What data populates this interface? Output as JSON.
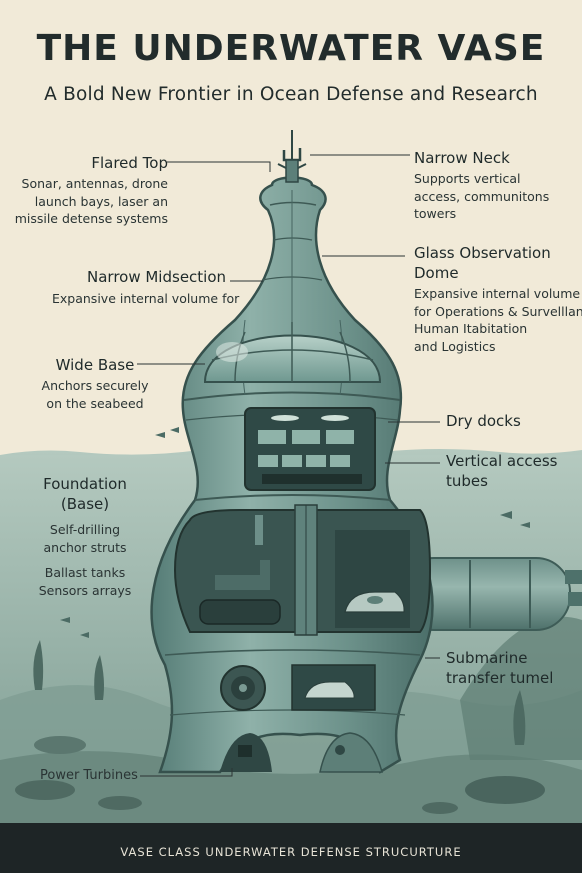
{
  "title": "THE UNDERWATER VASE",
  "subtitle": "A Bold New Frontier in Ocean Defense and Research",
  "labels": {
    "flared_top": {
      "heading": "Flared Top",
      "lines": [
        "Sonar, antennas, drone",
        "launch bays, laser an",
        "missile detense systems"
      ]
    },
    "narrow_midsection": {
      "heading": "Narrow Midsection",
      "lines": [
        "Expansive internal volume for"
      ]
    },
    "wide_base": {
      "heading": "Wide Base",
      "lines": [
        "Anchors securely",
        "on the seabeed"
      ]
    },
    "foundation": {
      "heading": "Foundation",
      "heading2": "(Base)",
      "lines": [
        "Self-drilling",
        "anchor struts"
      ]
    },
    "ballast": {
      "lines": [
        "Ballast tanks",
        "Sensors arrays"
      ]
    },
    "power_turbines": {
      "heading": "Power Turbines"
    },
    "narrow_neck": {
      "heading": "Narrow Neck",
      "lines": [
        "Supports vertical",
        "access, communitons",
        "towers"
      ]
    },
    "glass_dome": {
      "heading": "Glass Observation",
      "heading2": "Dome",
      "lines": [
        "Expansive internal volume",
        "for Operations & Survelllanc,",
        "Human Itabitation",
        "and Logistics"
      ]
    },
    "dry_docks": {
      "heading": "Dry docks"
    },
    "vertical_access": {
      "heading": "Vertical access",
      "heading2": "tubes"
    },
    "submarine_tunnel": {
      "heading": "Submarine",
      "heading2": "transfer tumel"
    }
  },
  "footer": "VASE CLASS UNDERWATER DEFENSE STRUCURTURE",
  "colors": {
    "background": "#f1ead8",
    "water": "#9cb6ab",
    "hull": "#6f948d",
    "interior": "#36514e",
    "footer": "#1e2526",
    "text": "#1f2a2a"
  }
}
